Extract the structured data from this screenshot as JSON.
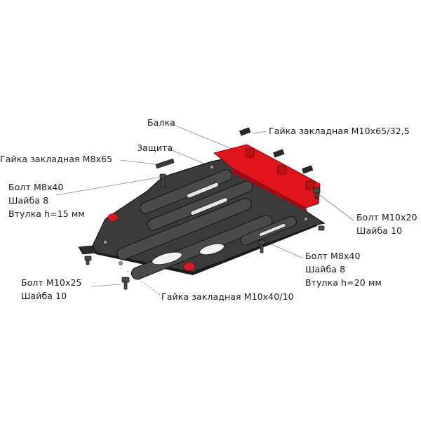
{
  "colors": {
    "plate": "#3b3b3b",
    "plate_edge": "#111111",
    "plate_light": "#5a5a5a",
    "beam": "#e0151b",
    "beam_dark": "#9e0d10",
    "red_cap": "#d81b22",
    "leader": "#8a8a8a"
  },
  "labels": {
    "beam": "Балка",
    "embedded_nut_m10x65": "Гайка закладная М10х65/32,5",
    "shield": "Защита",
    "embedded_nut_m8x65": "Гайка закладная М8х65",
    "bolt_m8x40_left": [
      "Болт М8х40",
      "Шайба 8",
      "Втулка h=15 мм"
    ],
    "bolt_m10x20": [
      "Болт М10х20",
      "Шайба 10"
    ],
    "bolt_m8x40_right": [
      "Болт М8х40",
      "Шайба 8",
      "Втулка h=20 мм"
    ],
    "bolt_m10x25": [
      "Болт М10х25",
      "Шайба 10"
    ],
    "embedded_nut_m10x40": "Гайка закладная М10х40/10"
  }
}
